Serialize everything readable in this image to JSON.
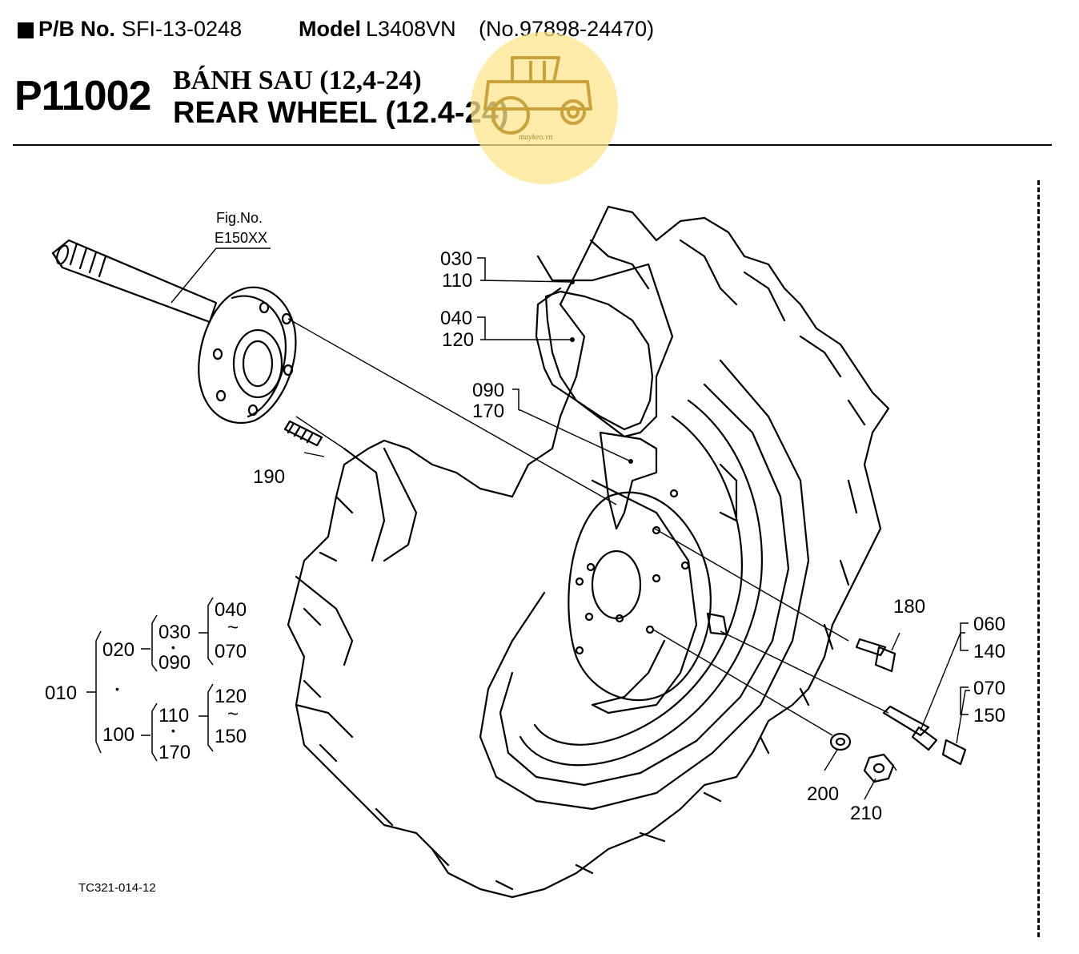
{
  "header": {
    "pb_label": "P/B No.",
    "pb_value": "SFI-13-0248",
    "model_label": "Model",
    "model_value": "L3408VN",
    "model_no": "(No.97898-24470)"
  },
  "page": {
    "code": "P11002",
    "title_vn": "BÁNH SAU (12,4-24)",
    "title_en": "REAR WHEEL (12.4-24)"
  },
  "watermark": {
    "text": "maykeo.vn",
    "color": "#fce48c"
  },
  "figure": {
    "fig_no_label": "Fig.No.",
    "fig_no_value": "E150XX",
    "callouts": {
      "c030": "030",
      "c110": "110",
      "c040": "040",
      "c120": "120",
      "c090": "090",
      "c170": "170",
      "c190": "190",
      "c180": "180",
      "c060": "060",
      "c140": "140",
      "c070": "070",
      "c150": "150",
      "c200": "200",
      "c210": "210"
    },
    "tree": {
      "n010": "010",
      "n020": "020",
      "n100": "100",
      "n030": "030",
      "n090": "090",
      "n040": "040",
      "n070": "070",
      "n110": "110",
      "n170": "170",
      "n120": "120",
      "n150": "150",
      "tilde": "~",
      "dot": "•"
    },
    "drawing_code": "TC321-014-12"
  }
}
